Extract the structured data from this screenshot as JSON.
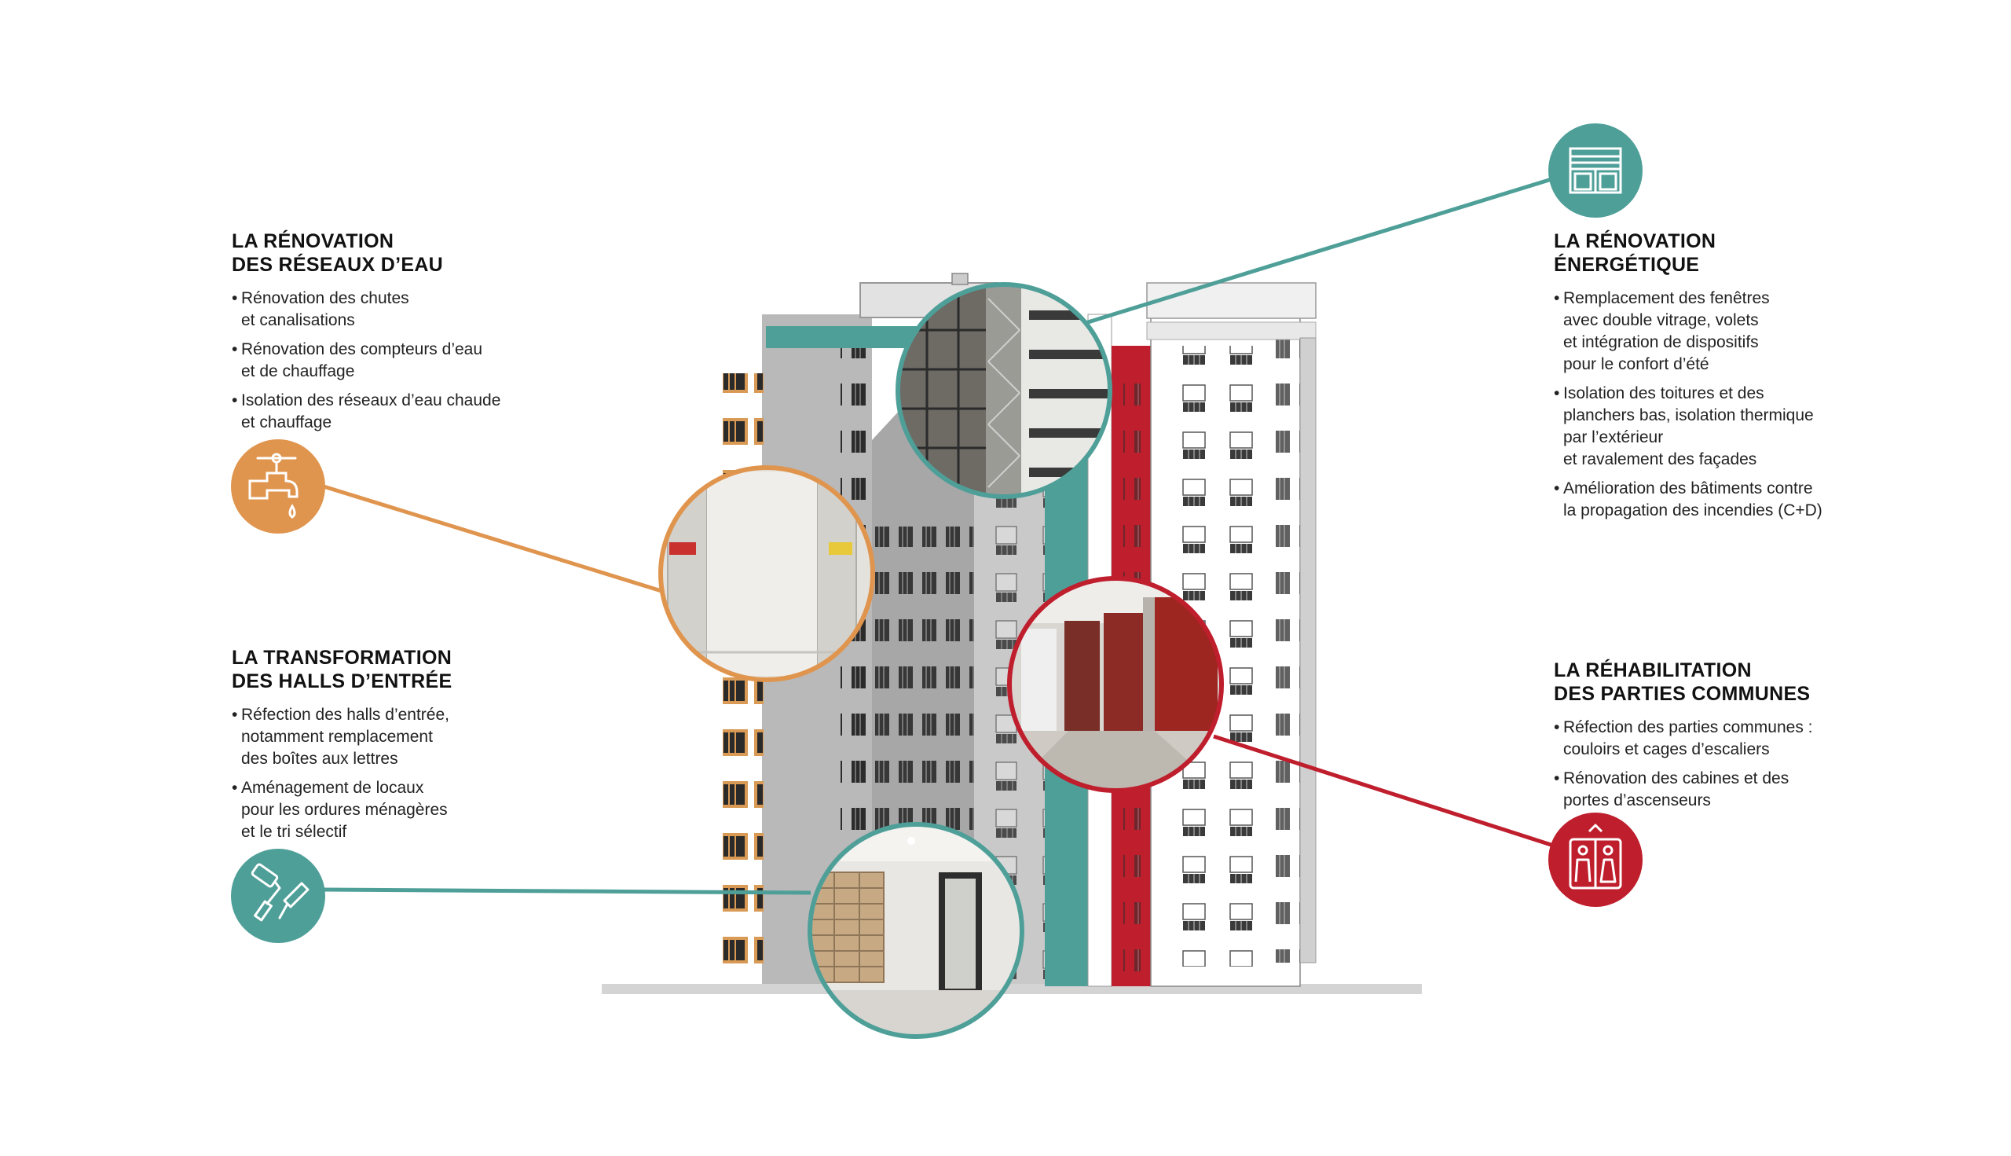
{
  "colors": {
    "water": "#E0954F",
    "energy": "#4F9F99",
    "halls": "#4F9F99",
    "common": "#BF1E2D",
    "building_grey": "#B9B9B9",
    "building_dark": "#9A9A9A"
  },
  "sections": {
    "water": {
      "title_lines": [
        "LA RÉNOVATION",
        "DES RÉSEAUX D’EAU"
      ],
      "icon": "faucet-icon",
      "items": [
        [
          "Rénovation des chutes",
          "et canalisations"
        ],
        [
          "Rénovation des compteurs d’eau",
          "et de chauffage"
        ],
        [
          "Isolation des réseaux d’eau chaude",
          "et chauffage"
        ]
      ]
    },
    "halls": {
      "title_lines": [
        "LA TRANSFORMATION",
        "DES HALLS D’ENTRÉE"
      ],
      "icon": "paint-roller-icon",
      "items": [
        [
          "Réfection des halls d’entrée,",
          "notamment remplacement",
          "des boîtes aux lettres"
        ],
        [
          "Aménagement de locaux",
          "pour les ordures ménagères",
          "et le tri sélectif"
        ]
      ]
    },
    "energy": {
      "title_lines": [
        "LA RÉNOVATION",
        "ÉNERGÉTIQUE"
      ],
      "icon": "window-shutter-icon",
      "items": [
        [
          "Remplacement des fenêtres",
          "avec double vitrage, volets",
          "et intégration de dispositifs",
          "pour le confort d’été"
        ],
        [
          "Isolation des toitures et des",
          "planchers bas, isolation thermique",
          "par l’extérieur",
          "et ravalement des façades"
        ],
        [
          "Amélioration des bâtiments contre",
          "la propagation des incendies (C+D)"
        ]
      ]
    },
    "common": {
      "title_lines": [
        "LA RÉHABILITATION",
        "DES PARTIES COMMUNES"
      ],
      "icon": "elevator-icon",
      "items": [
        [
          "Réfection des parties communes :",
          "couloirs et cages d’escaliers"
        ],
        [
          "Rénovation des cabines et des",
          "portes d’ascenseurs"
        ]
      ]
    }
  }
}
